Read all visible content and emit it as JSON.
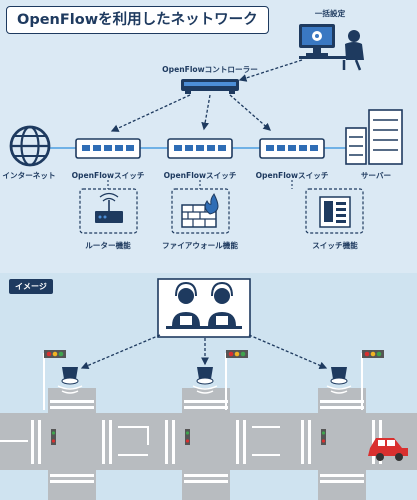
{
  "title": "OpenFlowを利用したネットワーク",
  "labels": {
    "settings": "一括設定",
    "controller": "OpenFlowコントローラー",
    "internet": "インターネット",
    "switch1": "OpenFlowスイッチ",
    "switch2": "OpenFlowスイッチ",
    "switch3": "OpenFlowスイッチ",
    "server": "サーバー",
    "router_func": "ルーター機能",
    "firewall_func": "ファイアウォール機能",
    "switch_func": "スイッチ機能"
  },
  "image_section_tag": "イメージ",
  "colors": {
    "navy": "#1e3a5f",
    "top_bg": "#dbe9f4",
    "bottom_bg": "#cfe3f0",
    "switch_blue": "#2f6db5",
    "road": "#b8bcc0",
    "car": "#d9302f"
  },
  "icons": [
    "admin-pc-icon",
    "controller-icon",
    "globe-icon",
    "switch-icon",
    "server-icon",
    "router-icon",
    "firewall-icon",
    "switch-panel-icon",
    "operators-icon",
    "camera-icon",
    "traffic-light-icon",
    "car-icon"
  ]
}
